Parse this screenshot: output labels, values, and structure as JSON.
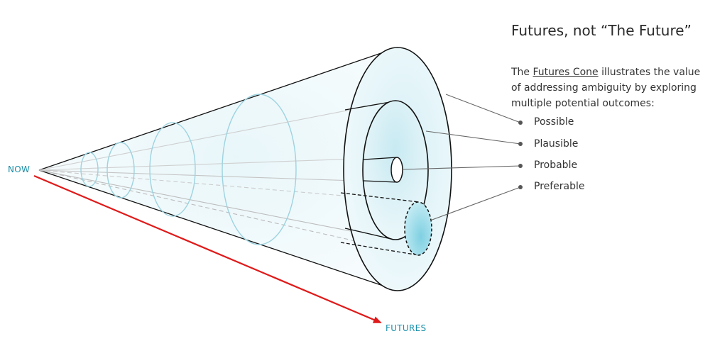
{
  "axis": {
    "now_label": "NOW",
    "futures_label": "FUTURES",
    "label_color": "#1a8fa8",
    "arrow_color": "#e01a1a"
  },
  "panel": {
    "title": "Futures, not “The Future”",
    "intro_before": "The ",
    "intro_link": "Futures Cone",
    "intro_after": " illustrates the value of addressing ambiguity by exploring multiple potential outcomes:"
  },
  "legend": {
    "possible": "Possible",
    "plausible": "Plausible",
    "probable": "Probable",
    "preferable": "Preferable"
  },
  "colors": {
    "cone_fill": "#eaf6f9",
    "preferable_fill": "#9fdbe8",
    "ring_stroke": "#9ed3e0",
    "outline": "#111111",
    "leader": "#666666"
  }
}
